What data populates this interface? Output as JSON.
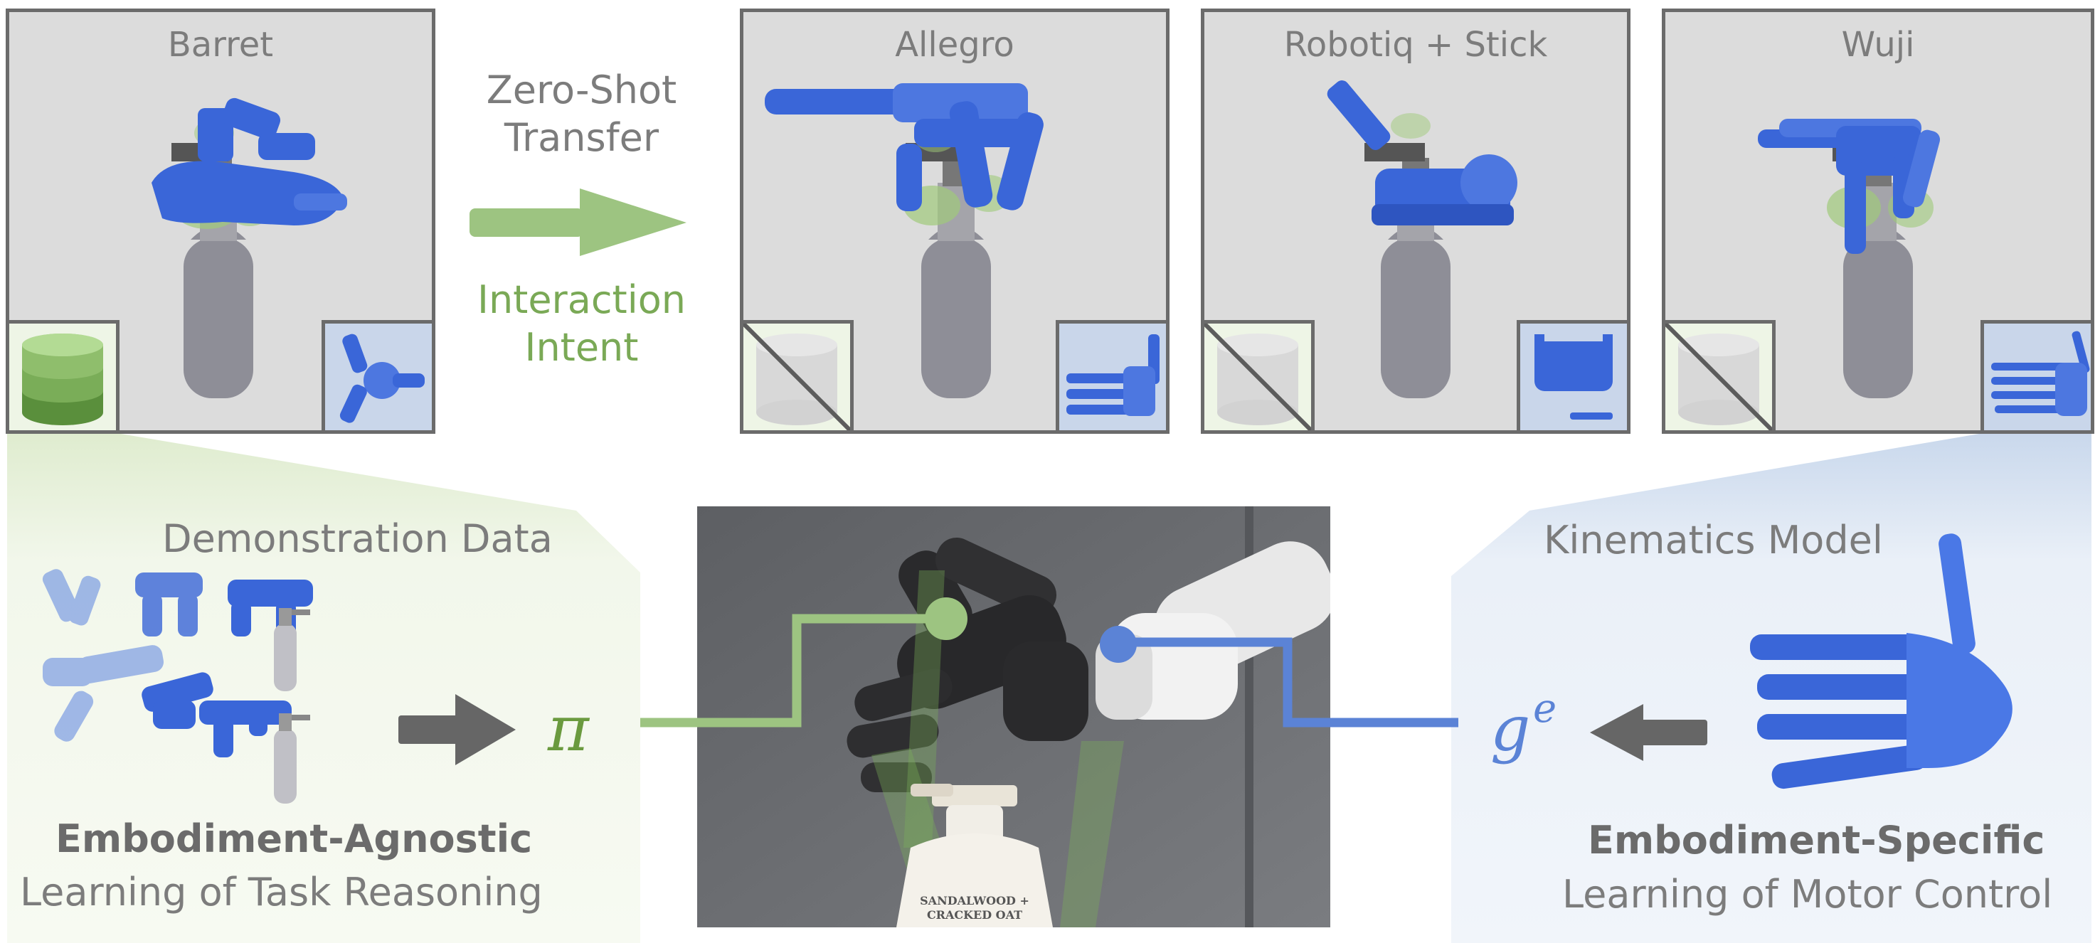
{
  "panels": [
    {
      "title": "Barret",
      "has_data": true
    },
    {
      "title": "Allegro",
      "has_data": false
    },
    {
      "title": "Robotiq + Stick",
      "has_data": false
    },
    {
      "title": "Wuji",
      "has_data": false
    }
  ],
  "transfer": {
    "line1": "Zero-Shot",
    "line2": "Transfer",
    "intent1": "Interaction",
    "intent2": "Intent"
  },
  "left_section": {
    "heading": "Demonstration Data",
    "symbol": "π",
    "bold": "Embodiment-Agnostic",
    "caption": "Learning of Task Reasoning"
  },
  "right_section": {
    "heading": "Kinematics Model",
    "symbol_base": "g",
    "symbol_sup": "e",
    "bold": "Embodiment-Specific",
    "caption": "Learning of Motor Control"
  },
  "photo": {
    "label_line1": "SANDALWOOD +",
    "label_line2": "CRACKED OAT"
  },
  "colors": {
    "green": "#7aa956",
    "blue": "#5b83d6",
    "hand_blue": "#3a66d8",
    "panel_gray": "#dcdcdc",
    "border": "#6b6b6b"
  }
}
